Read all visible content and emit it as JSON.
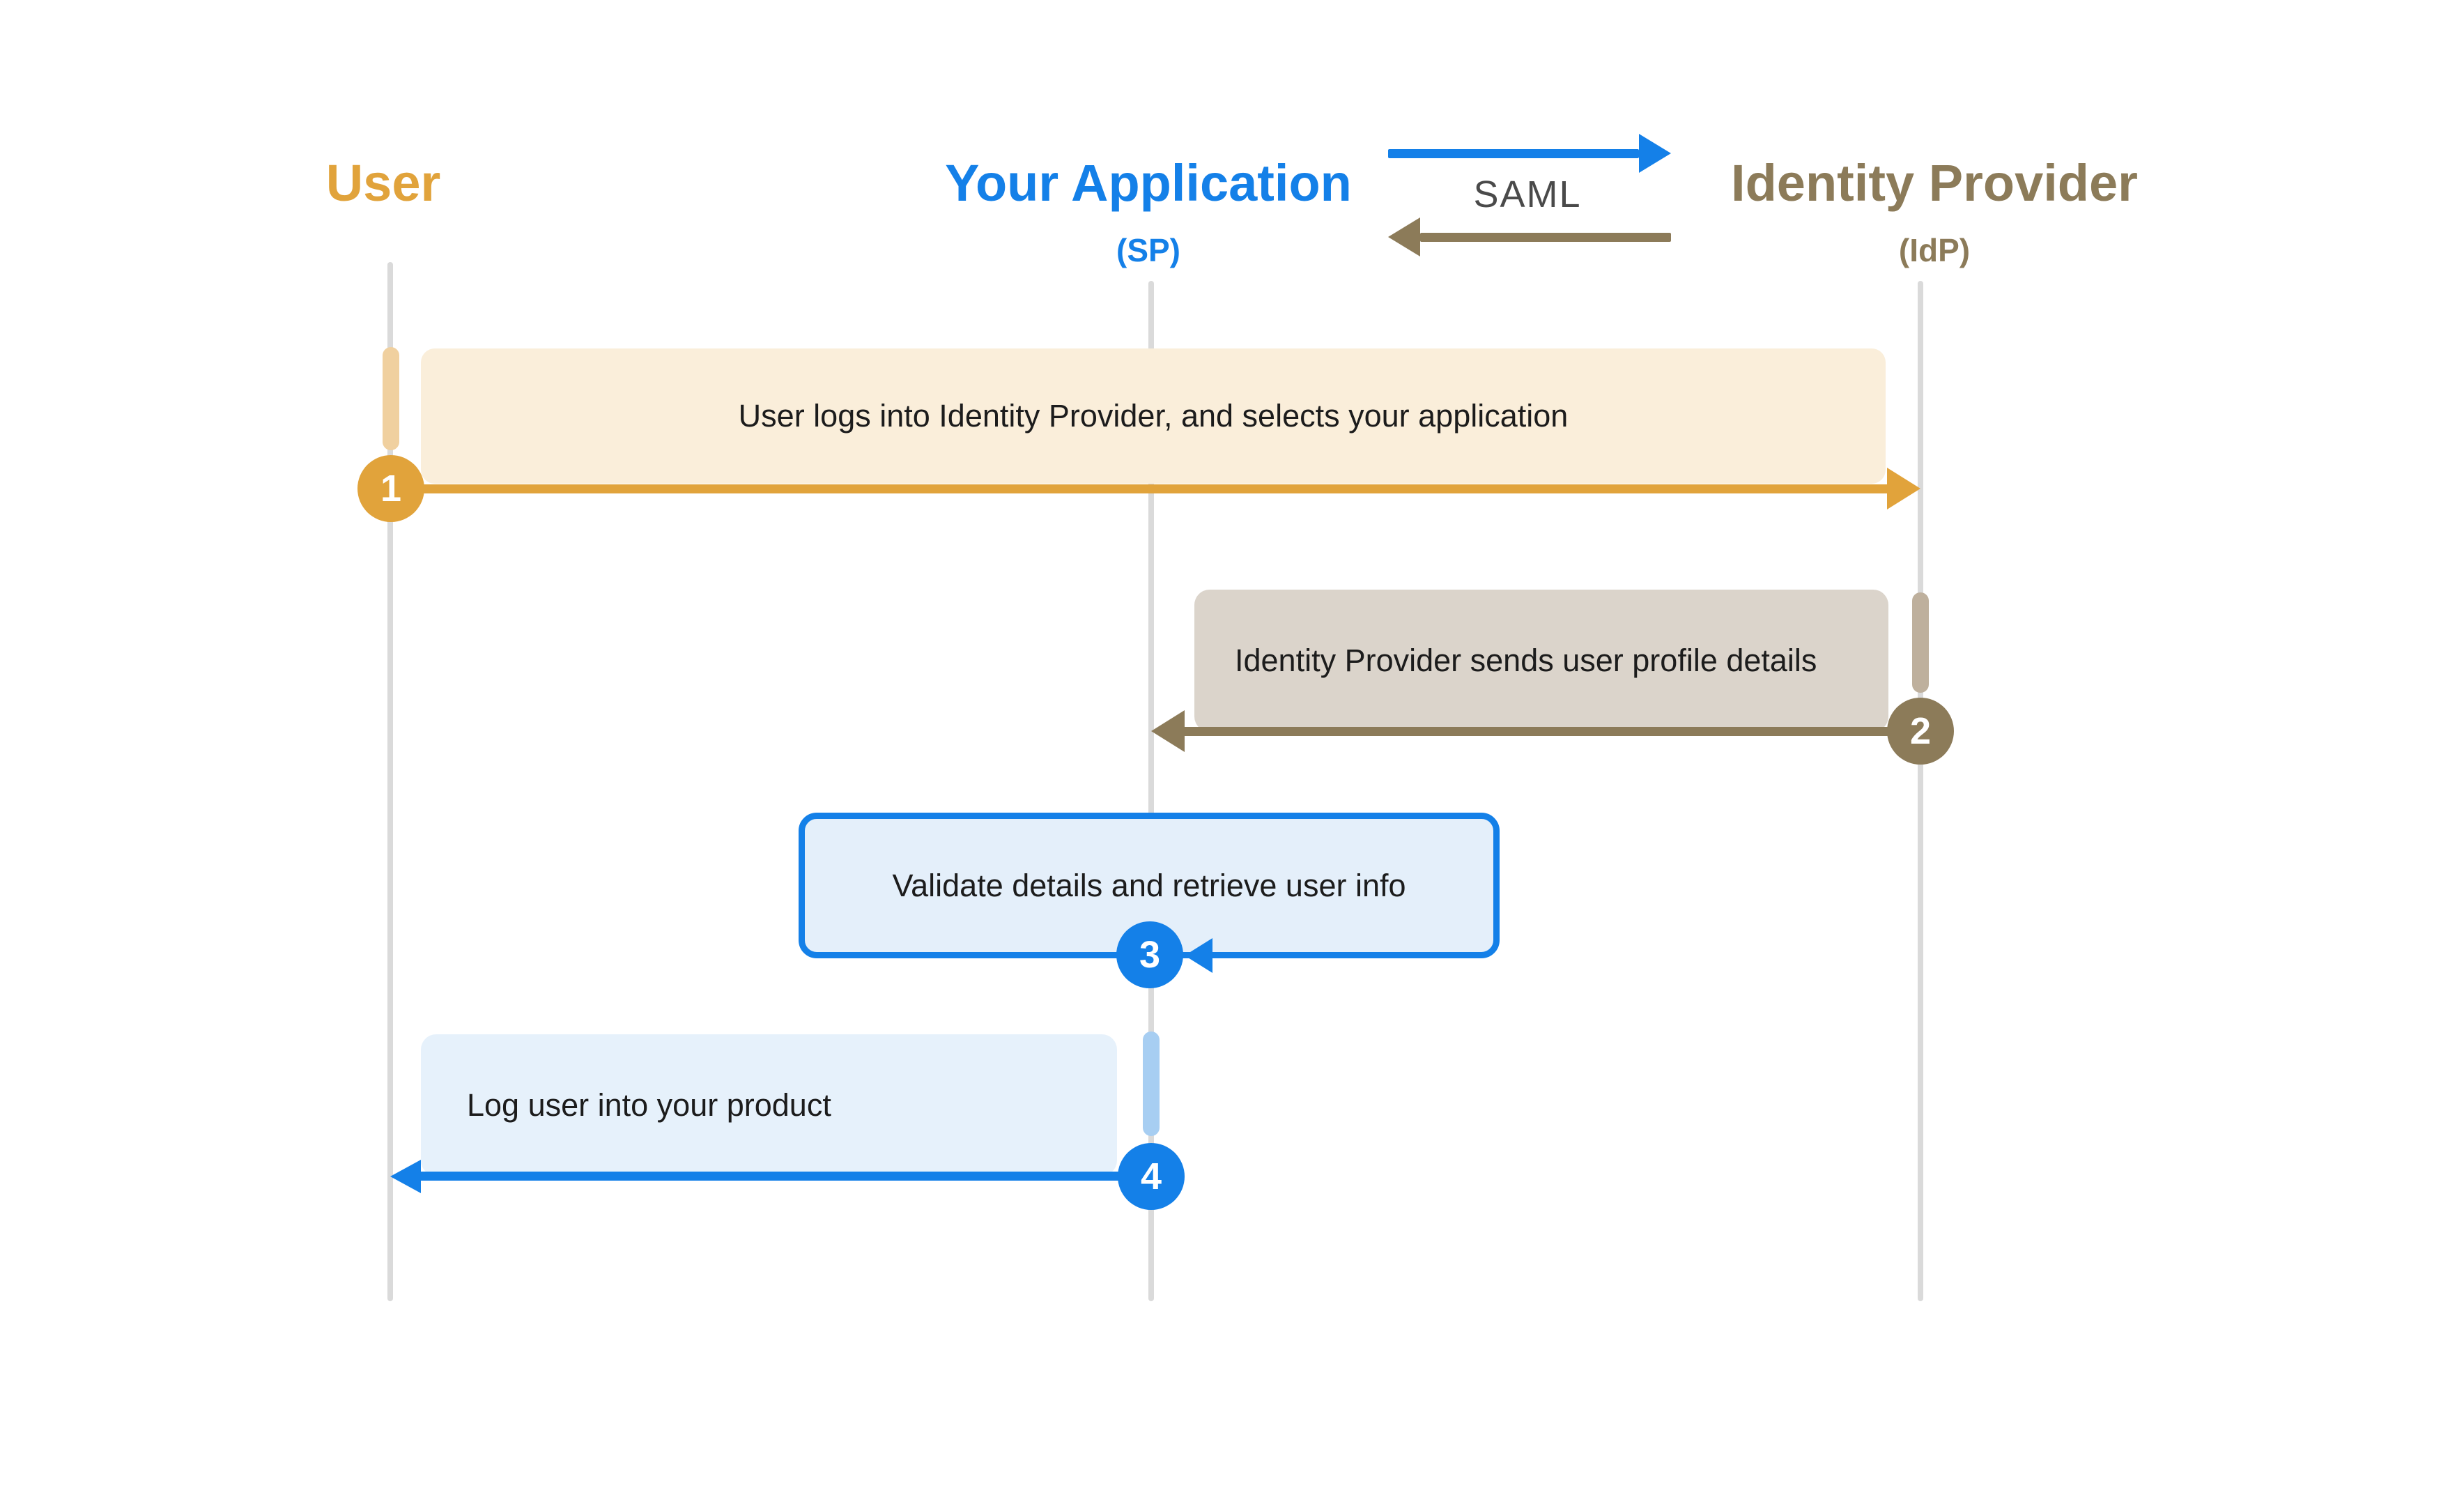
{
  "palette": {
    "orange": "#E1A33B",
    "orange_light": "#F0D09F",
    "cream_box": "#FAEEDA",
    "brown": "#8C7B59",
    "taupe_box": "#DBD4CB",
    "taupe_bar": "#BEB09D",
    "blue": "#1480E8",
    "blue_box_bordered": "#E4EFFA",
    "blue_box_plain": "#E6F1FB",
    "blue_bar": "#A7CEF2",
    "lifeline_gray": "#DADADA",
    "legend_text": "#4A4A4A",
    "message_text": "#1C1C1C",
    "badge_text": "#FFFFFF"
  },
  "actors": {
    "user": {
      "label": "User"
    },
    "app": {
      "label": "Your Application",
      "sub": "(SP)"
    },
    "idp": {
      "label": "Identity Provider",
      "sub": "(IdP)"
    }
  },
  "legend": {
    "label": "SAML"
  },
  "steps": {
    "s1": {
      "num": "1",
      "text": "User logs into Identity Provider, and selects your application"
    },
    "s2": {
      "num": "2",
      "text": "Identity Provider sends user profile details"
    },
    "s3": {
      "num": "3",
      "text": "Validate details and retrieve user info"
    },
    "s4": {
      "num": "4",
      "text": "Log user into your product"
    }
  }
}
